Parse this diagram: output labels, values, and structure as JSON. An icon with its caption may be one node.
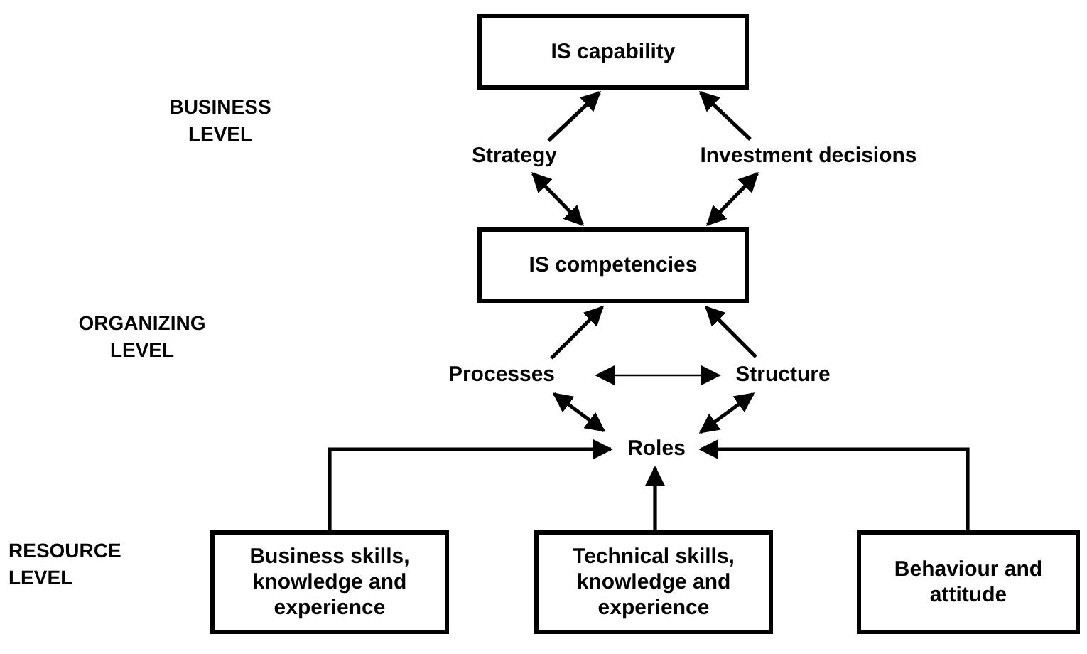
{
  "diagram": {
    "nodes": [
      {
        "text": [
          "IS capability"
        ]
      },
      {
        "text": [
          "Strategy"
        ]
      },
      {
        "text": [
          "Investment decisions"
        ]
      },
      {
        "text": [
          "IS competencies"
        ]
      },
      {
        "text": [
          "Processes"
        ]
      },
      {
        "text": [
          "Structure"
        ]
      },
      {
        "text": [
          "Roles"
        ]
      },
      {
        "text": [
          "Business skills, knowledge and experience"
        ]
      },
      {
        "text": [
          "Technical skills, knowledge and experience"
        ]
      },
      {
        "text": [
          "Behaviour and attitude"
        ]
      }
    ],
    "edges": [
      {
        "from": 1,
        "to": 0,
        "arrow": "to"
      },
      {
        "from": 1,
        "to": 3,
        "arrow": "both"
      },
      {
        "from": 2,
        "to": 0,
        "arrow": "to"
      },
      {
        "from": 2,
        "to": 3,
        "arrow": "both"
      },
      {
        "from": 4,
        "to": 3,
        "arrow": "to"
      },
      {
        "from": 5,
        "to": 3,
        "arrow": "to"
      },
      {
        "from": 4,
        "to": 6,
        "arrow": "both"
      },
      {
        "from": 5,
        "to": 6,
        "arrow": "both"
      },
      {
        "from": 4,
        "to": 5,
        "arrow": "both"
      },
      {
        "from": 7,
        "to": 6,
        "arrow": "to"
      },
      {
        "from": 8,
        "to": 6,
        "arrow": "to"
      },
      {
        "from": 9,
        "to": 6,
        "arrow": "to"
      }
    ],
    "labels": [
      "BUSINESS LEVEL",
      "ORGANIZING LEVEL",
      "RESOURCE LEVEL"
    ]
  }
}
